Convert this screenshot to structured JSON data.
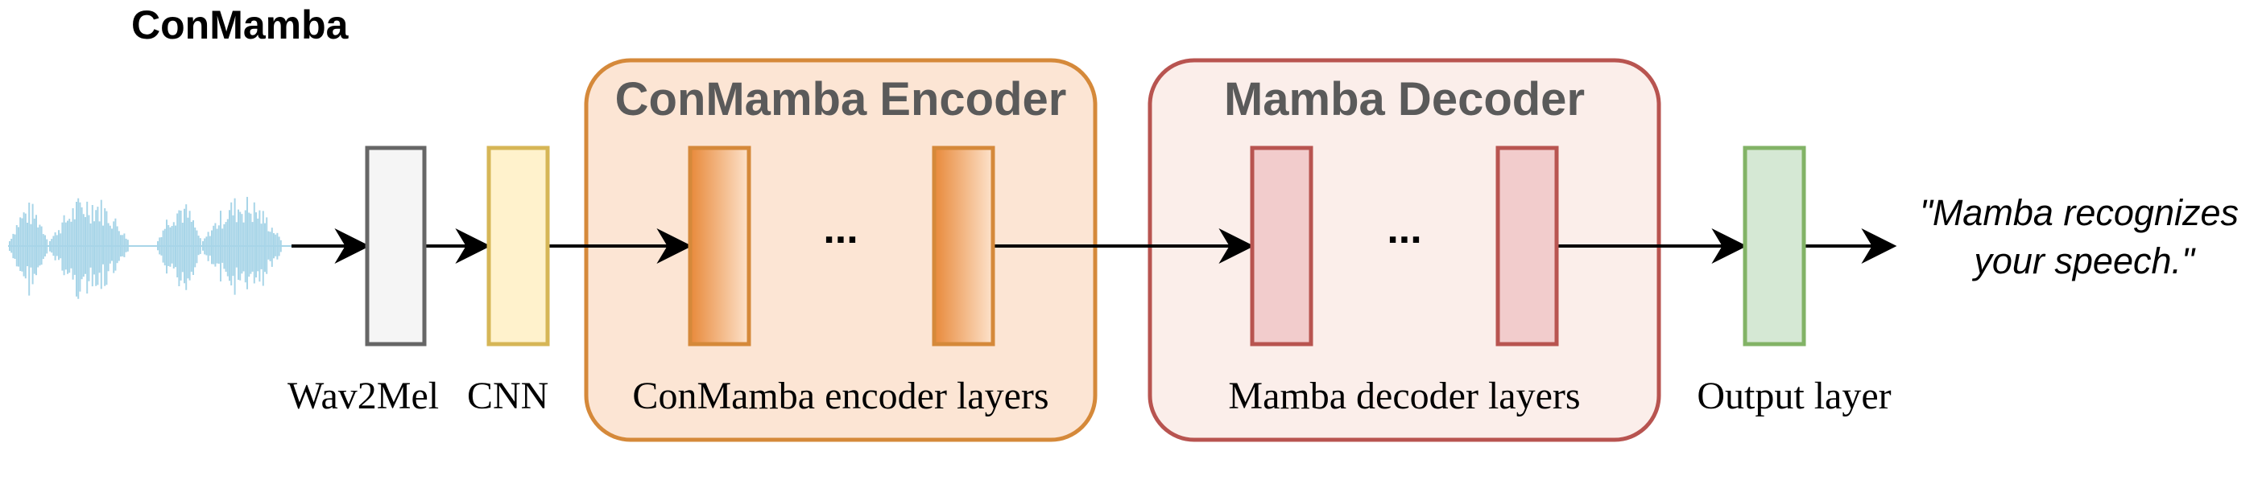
{
  "title": "ConMamba",
  "colors": {
    "text": "#000000",
    "group_title": "#5a5a5a",
    "waveform": "#a8d5e8",
    "arrow": "#000000",
    "wav2mel_fill": "#f5f5f5",
    "wav2mel_stroke": "#666666",
    "cnn_fill": "#fff2cc",
    "cnn_stroke": "#d6b656",
    "encoder_group_fill": "#fce5d4",
    "encoder_group_stroke": "#d5893a",
    "encoder_layer_stroke": "#d5893a",
    "decoder_group_fill": "#fbeeea",
    "decoder_group_stroke": "#b85450",
    "decoder_layer_fill": "#f2cccc",
    "decoder_layer_stroke": "#b85450",
    "output_fill": "#d5e8d4",
    "output_stroke": "#82b366"
  },
  "icons": {
    "waveform": "audio-waveform-icon",
    "ellipsis": "ellipsis-icon"
  },
  "groups": {
    "encoder": {
      "title": "ConMamba Encoder",
      "caption": "ConMamba encoder layers",
      "ellipsis": "..."
    },
    "decoder": {
      "title": "Mamba Decoder",
      "caption": "Mamba decoder layers",
      "ellipsis": "..."
    }
  },
  "blocks": {
    "wav2mel": {
      "label": "Wav2Mel"
    },
    "cnn": {
      "label": "CNN"
    },
    "output": {
      "label": "Output layer"
    }
  },
  "output_text": {
    "line1": "\"Mamba recognizes",
    "line2": "your speech.\""
  }
}
